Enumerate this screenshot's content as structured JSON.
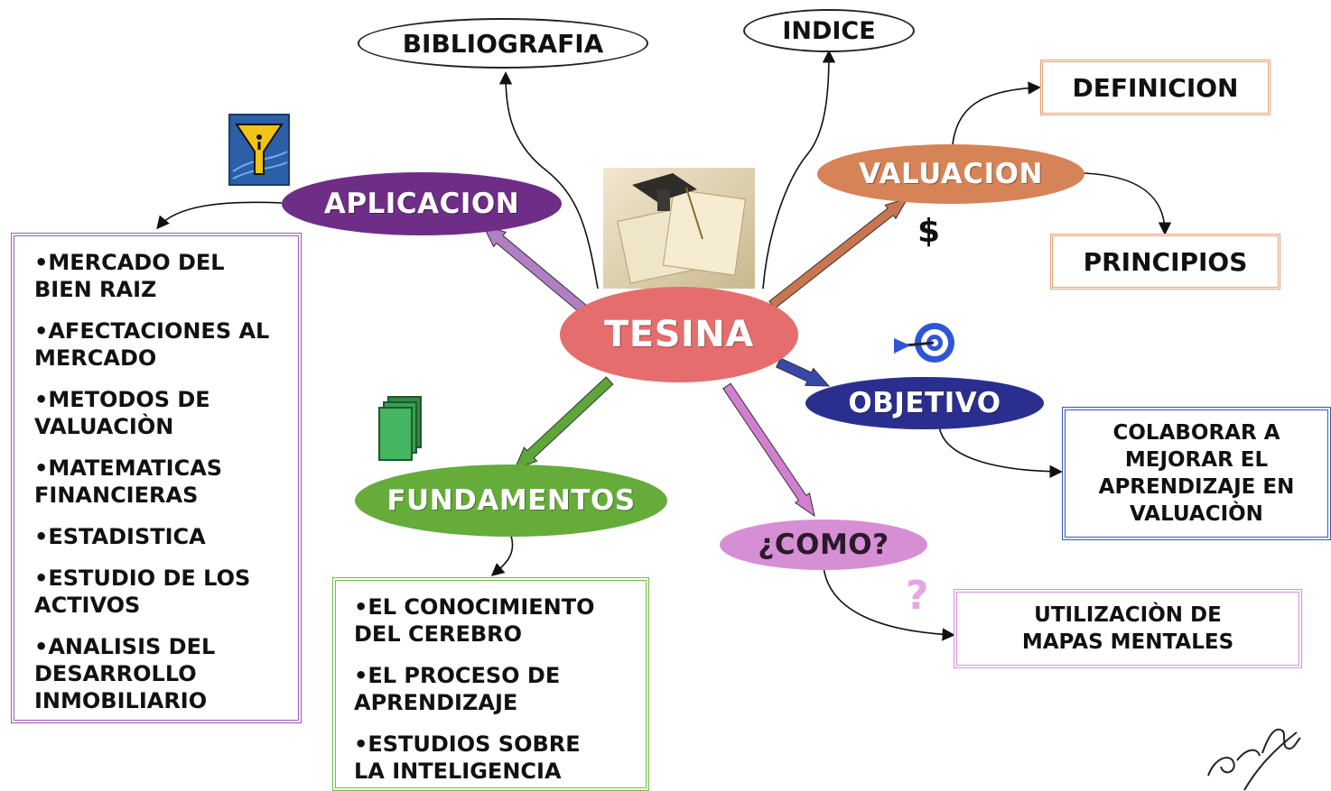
{
  "center": {
    "label": "TESINA",
    "color": "#e66d6d"
  },
  "ovals": {
    "bibliografia": "BIBLIOGRAFIA",
    "indice": "INDICE"
  },
  "nodes": {
    "aplicacion": {
      "label": "APLICACION",
      "color": "#6e2d86"
    },
    "valuacion": {
      "label": "VALUACION",
      "color": "#d68358"
    },
    "objetivo": {
      "label": "OBJETIVO",
      "color": "#2a2f8f"
    },
    "fundamentos": {
      "label": "FUNDAMENTOS",
      "color": "#65ac3b"
    },
    "como": {
      "label": "¿COMO?",
      "color": "#d68fd4"
    }
  },
  "boxes": {
    "definicion": "DEFINICION",
    "principios": "PRINCIPIOS",
    "objetivo_text": [
      "COLABORAR A",
      "MEJORAR EL",
      "APRENDIZAJE EN",
      "VALUACIÒN"
    ],
    "como_text": [
      "UTILIZACIÒN DE",
      "MAPAS MENTALES"
    ]
  },
  "aplicacion_items": [
    [
      "MERCADO DEL",
      "BIEN RAIZ"
    ],
    [
      "AFECTACIONES AL",
      "MERCADO"
    ],
    [
      "METODOS DE",
      "VALUACIÒN"
    ],
    [
      "MATEMATICAS",
      "FINANCIERAS"
    ],
    [
      "ESTADISTICA"
    ],
    [
      "ESTUDIO DE LOS",
      "ACTIVOS"
    ],
    [
      "ANALISIS DEL",
      "DESARROLLO",
      "INMOBILIARIO"
    ]
  ],
  "fundamentos_items": [
    [
      "EL CONOCIMIENTO",
      "DEL CEREBRO"
    ],
    [
      "EL PROCESO DE",
      "APRENDIZAJE"
    ],
    [
      "ESTUDIOS SOBRE",
      "LA INTELIGENCIA"
    ]
  ],
  "symbols": {
    "dollar": "$",
    "question": "?"
  },
  "icons": [
    "funnel-icon",
    "documents-icon",
    "target-icon",
    "graduation-photo",
    "signature"
  ],
  "colors": {
    "arrow_aplicacion": "#b07fc4",
    "arrow_valuacion": "#c8764f",
    "arrow_objetivo": "#3948a8",
    "arrow_fundamentos": "#5ea53a",
    "arrow_como": "#d37fd0",
    "question_mark": "#e6a6e3"
  }
}
